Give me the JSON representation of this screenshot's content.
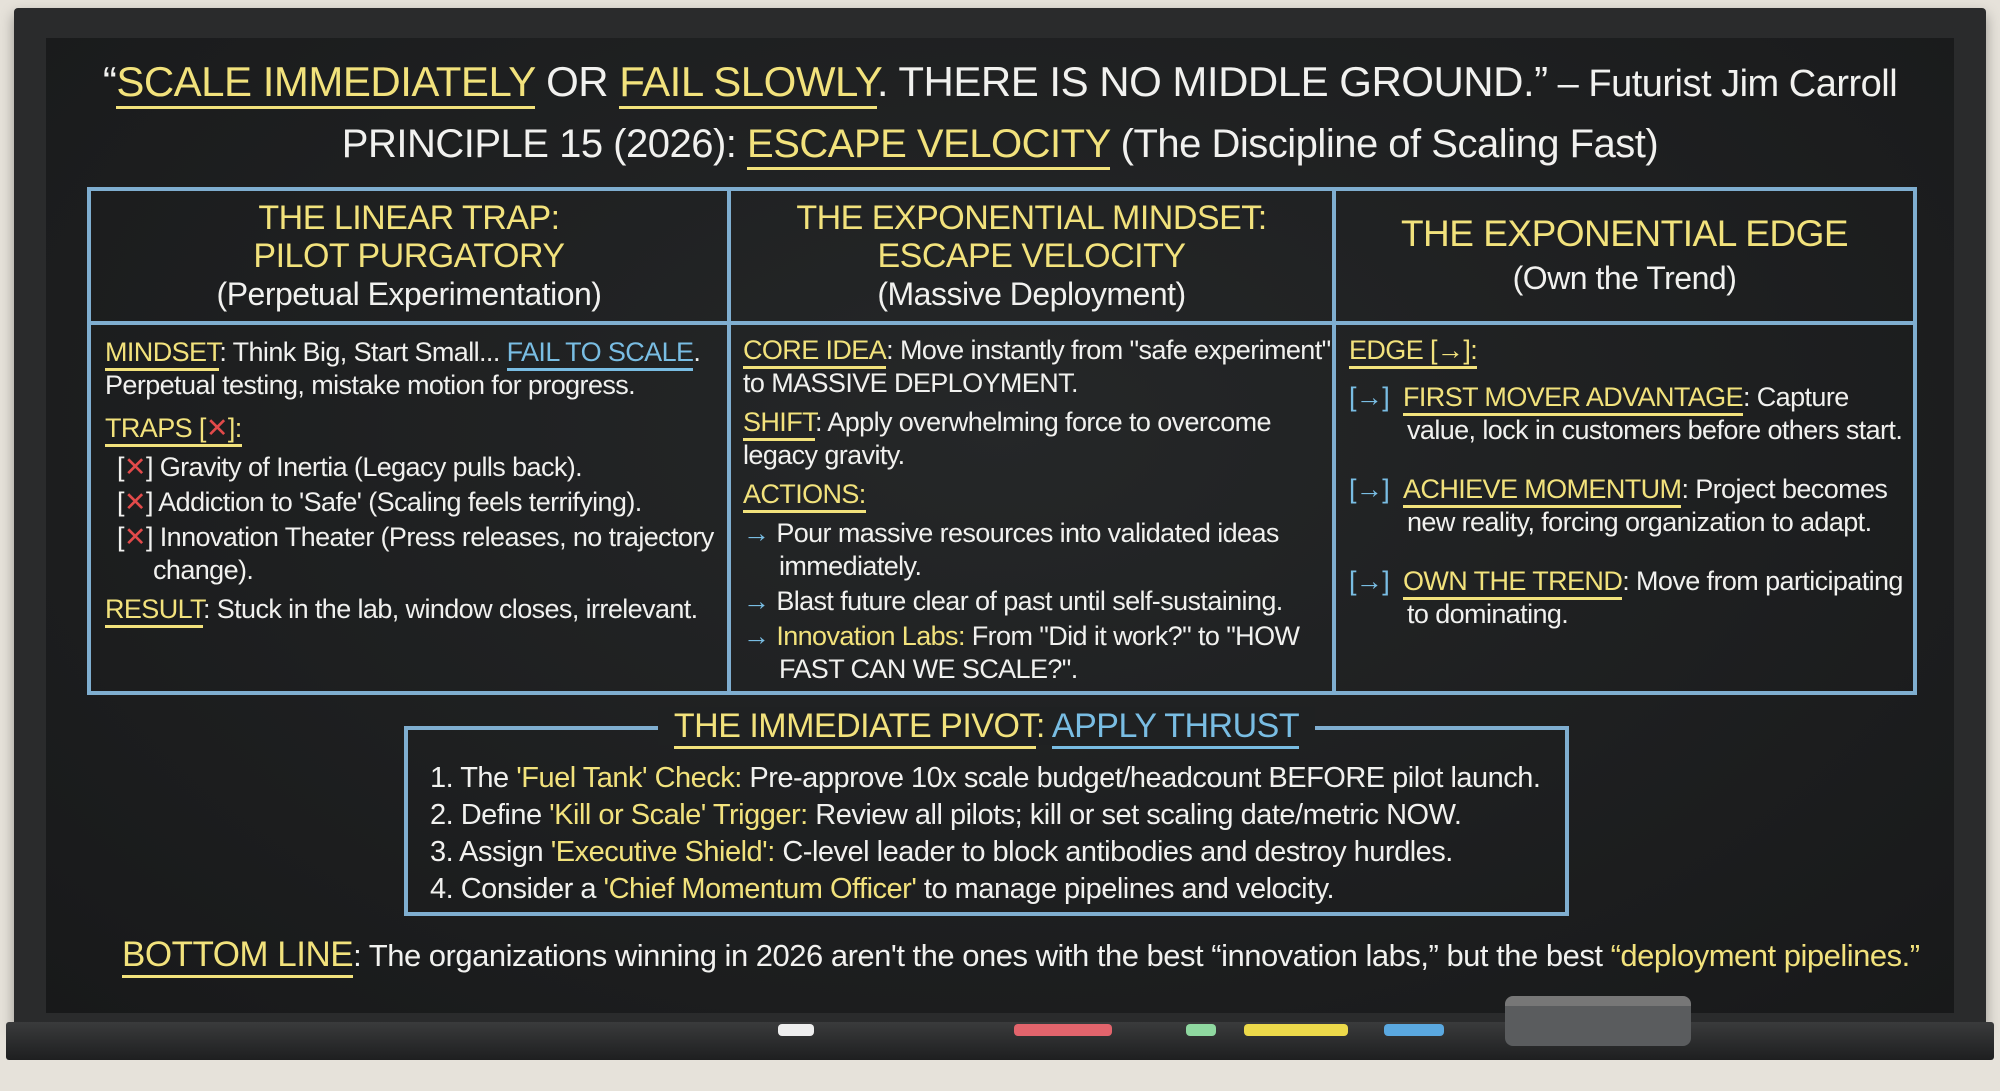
{
  "title": {
    "q_open": "“",
    "s1": "SCALE IMMEDIATELY",
    "s2": " OR ",
    "s3": "FAIL SLOWLY",
    "s4": ". THERE IS NO MIDDLE GROUND.”",
    "s5": " – Futurist Jim Carroll"
  },
  "subtitle": {
    "s1": "PRINCIPLE 15 (2026): ",
    "s2": "ESCAPE VELOCITY",
    "s3": " (The Discipline of Scaling Fast)"
  },
  "columns": [
    {
      "h1": "THE LINEAR TRAP:",
      "h2": "PILOT PURGATORY",
      "h3": "(Perpetual Experimentation)",
      "mindset_label": "MINDSET",
      "mindset_text": ": Think Big, Start Small... ",
      "mindset_fail": "FAIL TO SCALE",
      "mindset_end": ".",
      "mindset_text2": "Perpetual testing, mistake motion for progress.",
      "traps_label": "TRAPS [",
      "traps_x": "✕",
      "traps_end": "]:",
      "traps": [
        "Gravity of Inertia (Legacy pulls back).",
        "Addiction to 'Safe' (Scaling feels terrifying).",
        "Innovation Theater (Press releases, no trajectory change)."
      ],
      "result_label": "RESULT",
      "result_text": ": Stuck in the lab, window closes, irrelevant."
    },
    {
      "h1": "THE EXPONENTIAL MINDSET:",
      "h2": "ESCAPE VELOCITY",
      "h3": "(Massive Deployment)",
      "core_label": "CORE IDEA",
      "core_text": ": Move instantly from \"safe experiment\" to MASSIVE DEPLOYMENT.",
      "shift_label": "SHIFT",
      "shift_text": ": Apply overwhelming force to overcome legacy gravity.",
      "actions_label": "ACTIONS:",
      "actions": [
        "Pour massive resources into validated ideas immediately.",
        "Blast future clear of past until self-sustaining."
      ],
      "action3_label": "Innovation Labs:",
      "action3_text": " From \"Did it work?\" to \"HOW FAST CAN WE SCALE?\"."
    },
    {
      "h1": "THE EXPONENTIAL EDGE",
      "h3": "(Own the Trend)",
      "edge_label": "EDGE [→]:",
      "items": [
        {
          "label": "FIRST MOVER ADVANTAGE",
          "text": ": Capture value, lock in customers before others start."
        },
        {
          "label": "ACHIEVE MOMENTUM",
          "text": ": Project becomes new reality, forcing organization to adapt."
        },
        {
          "label": "OWN THE TREND",
          "text": ": Move from participating to dominating."
        }
      ]
    }
  ],
  "pivot": {
    "t1": "THE IMMEDIATE PIVOT",
    "t2": ": ",
    "t3": "APPLY THRUST",
    "steps": [
      {
        "pre": "1. The ",
        "hl": "'Fuel Tank' Check:",
        "post": " Pre-approve 10x scale budget/headcount BEFORE pilot launch."
      },
      {
        "pre": "2. Define ",
        "hl": "'Kill or Scale' Trigger:",
        "post": " Review all pilots; kill or set scaling date/metric NOW."
      },
      {
        "pre": "3. Assign ",
        "hl": "'Executive Shield':",
        "post": " C-level leader to block antibodies and destroy hurdles."
      },
      {
        "pre": "4. Consider a ",
        "hl": "'Chief Momentum Officer'",
        "post": " to manage pipelines and velocity."
      }
    ]
  },
  "bottom": {
    "label": "BOTTOM LINE",
    "text": ": The organizations winning in 2026 aren't the ones with the best “innovation labs,” but the best ",
    "hl": "“deployment pipelines.”"
  },
  "arrow": "→",
  "bracket_arrow": "[→]",
  "colors": {
    "yellow": "#f2e27c",
    "blue": "#79bde3",
    "red": "#e24a4a",
    "board": "#1c1e1f"
  }
}
